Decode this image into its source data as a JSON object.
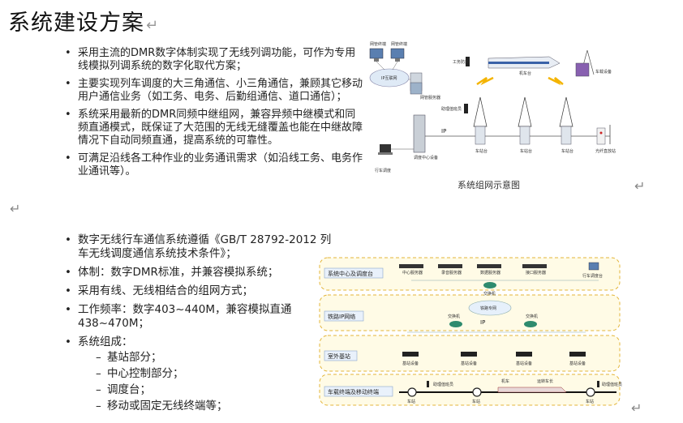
{
  "page": {
    "title": "系统建设方案",
    "return_mark": "↵"
  },
  "section1": {
    "bullets": [
      "采用主流的DMR数字体制实现了无线列调功能，可作为专用线模拟列调系统的数字化取代方案；",
      "主要实现列车调度的大三角通信、小三角通信，兼顾其它移动用户通信业务（如工务、电务、后勤组通信、道口通信）；",
      "系统采用最新的DMR同频中继组网，兼容异频中继模式和同频直通模式，既保证了大范围的无线无缝覆盖也能在中继故障情况下自动同频直通，提高系统的可靠性。",
      "可满足沿线各工种作业的业务通讯需求（如沿线工务、电务作业通讯等）。"
    ]
  },
  "figure1": {
    "caption": "系统组网示意图",
    "labels": {
      "user1": "网管终端",
      "user2": "网管终端",
      "cloud": "IP互联网",
      "server": "网管服务器",
      "handheld_top": "工务防护",
      "locomotive": "机车台",
      "vehicle": "车载设备",
      "handheld_mid": "助理值班员",
      "ip": "IP",
      "dispatch_center": "调度中心设备",
      "bs1": "车站台",
      "bs2": "车站台",
      "bs3": "车站台",
      "fiber_repeater": "光纤直放站",
      "train_dispatch": "行车调度"
    }
  },
  "section2": {
    "bullets": [
      "数字无线行车通信系统遵循《GB/T 28792-2012 列车无线调度通信系统技术条件》；",
      "体制：数字DMR标准，并兼容模拟系统；",
      "采用有线、无线相结合的组网方式；",
      "工作频率：数字403~440M，兼容模拟直通438~470M；"
    ],
    "composition_title": "系统组成：",
    "composition_items": [
      "基站部分；",
      "中心控制部分；",
      "调度台；",
      "移动或固定无线终端等；"
    ]
  },
  "figure2": {
    "bands": [
      "系统中心及调度台",
      "铁路IP网络",
      "室外基站",
      "车载终端及移动终端"
    ],
    "servers": [
      "中心服务器",
      "录音服务器",
      "数据服务器",
      "接口服务器"
    ],
    "dispatch_console": "行车调度台",
    "center_switch": "交换机",
    "cloud": "铁路专网",
    "switch_left": "交换机",
    "switch_right": "交换机",
    "ip": "IP",
    "base_stations": [
      "基站设备",
      "基站设备",
      "基站设备",
      "基站设备"
    ],
    "handset_left": "助理值班员",
    "handset_right": "助理值班员",
    "locomotive": "机车",
    "vehicle": "运转车长",
    "stations": [
      "车站",
      "车站",
      "车站"
    ]
  }
}
